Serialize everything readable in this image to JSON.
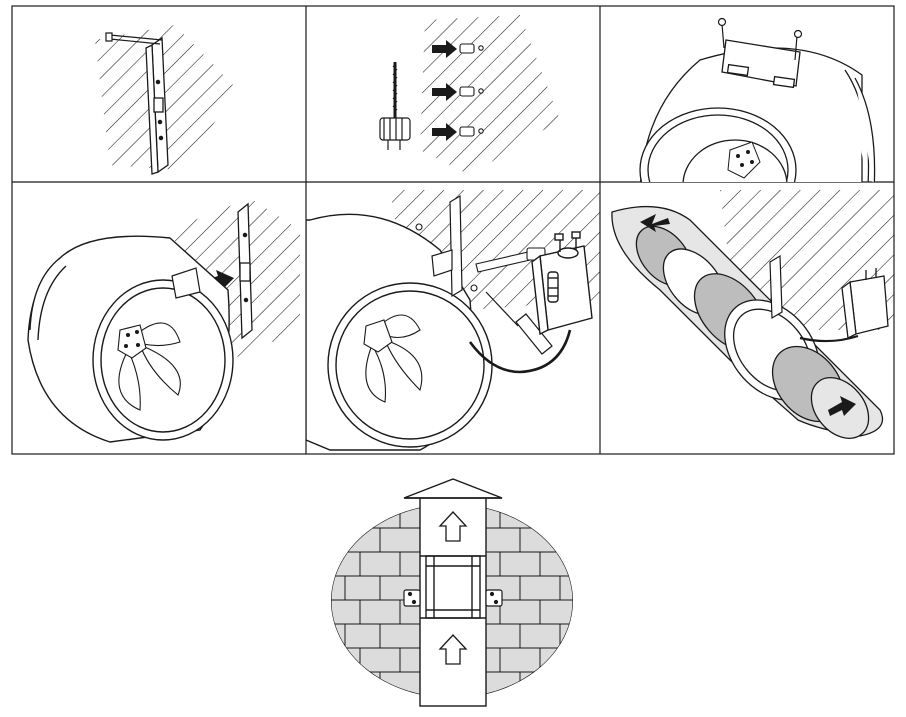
{
  "diagram": {
    "kind": "installation-instructions",
    "text_labels": [],
    "colors": {
      "ink": "#1a1a1a",
      "paper": "#ffffff",
      "wall_shade": "#dcdcdc",
      "duct_shade": "#bdbdbd"
    },
    "panels": [
      {
        "id": "p1",
        "step": 1,
        "depicts": "mount-bracket-on-wall"
      },
      {
        "id": "p2",
        "step": 2,
        "depicts": "drill-holes-insert-plugs"
      },
      {
        "id": "p3",
        "step": 3,
        "depicts": "screw-bracket-to-fan-housing"
      },
      {
        "id": "p4",
        "step": 4,
        "depicts": "attach-fan-to-wall-bracket"
      },
      {
        "id": "p5",
        "step": 5,
        "depicts": "mount-control-box-and-cable"
      },
      {
        "id": "p6",
        "step": 6,
        "depicts": "connect-ducts-airflow-direction"
      }
    ],
    "bottom_figure": {
      "depicts": "vertical-duct-through-wall-airflow-up"
    }
  }
}
